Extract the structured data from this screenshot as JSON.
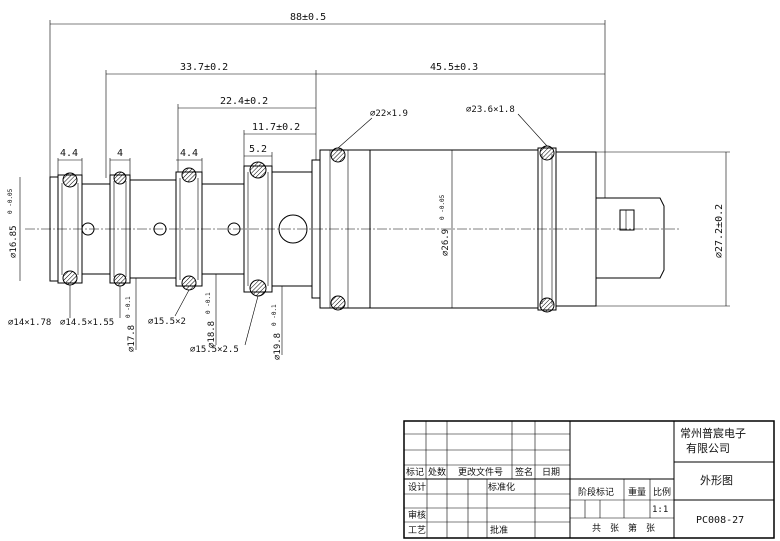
{
  "dimensions": {
    "overall_length": "88±0.5",
    "left_length": "33.7±0.2",
    "right_length": "45.5±0.3",
    "mid_length": "22.4±0.2",
    "short_length": "11.7±0.2",
    "w1": "4.4",
    "w2": "4",
    "w3": "4.4",
    "w4": "5.2",
    "oring_right_top": "⌀22×1.9",
    "oring_far_right": "⌀23.6×1.8",
    "dia_left_end": "⌀16.85",
    "dia_left_end_tol": "0 -0.05",
    "dia_body": "⌀26.9",
    "dia_body_tol": "0 -0.05",
    "dia_right_end": "⌀27.2±0.2",
    "oring_1": "⌀14×1.78",
    "oring_2": "⌀14.5×1.55",
    "dia_2": "⌀17.8",
    "dia_2_tol": "0 -0.1",
    "oring_3": "⌀15.5×2",
    "dia_3": "⌀18.8",
    "dia_3_tol": "0 -0.1",
    "oring_4": "⌀15.5×2.5",
    "dia_4": "⌀19.8",
    "dia_4_tol": "0 -0.1"
  },
  "title_block": {
    "company_line1": "常州普宸电子",
    "company_line2": "有限公司",
    "drawing_name": "外形图",
    "drawing_number": "PC008-27",
    "scale": "1:1",
    "col_mark": "标记",
    "col_count": "处数",
    "col_doc": "更改文件号",
    "col_sign": "签名",
    "col_date": "日期",
    "row_design": "设计",
    "row_standard": "标准化",
    "row_review": "审核",
    "row_process": "工艺",
    "row_approve": "批准",
    "stage_mark": "阶段标记",
    "weight": "重量",
    "ratio": "比例",
    "sheets": "共　张　第　张"
  }
}
